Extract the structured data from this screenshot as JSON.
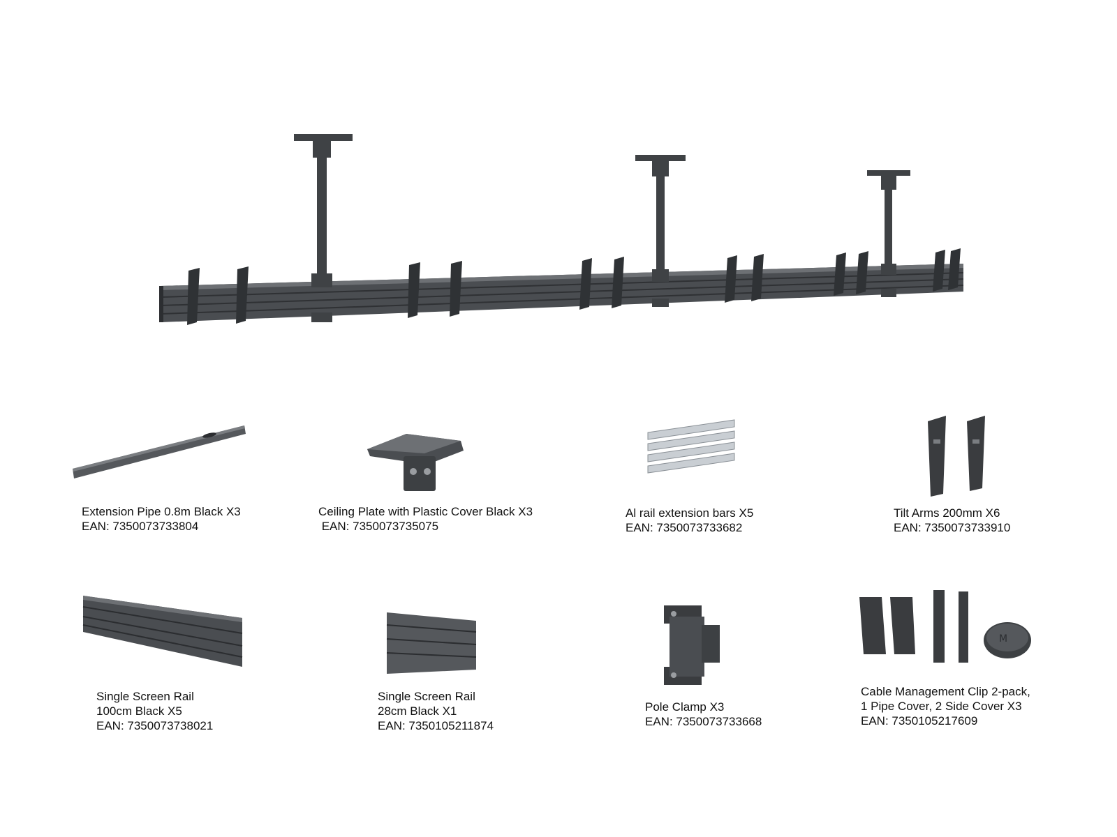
{
  "colors": {
    "metal_dark": "#3a3c3f",
    "metal_mid": "#55585c",
    "metal_light": "#7a7d81",
    "aluminium": "#c9ced3",
    "background": "#ffffff"
  },
  "parts": [
    {
      "lines": [
        "Extension Pipe 0.8m Black X3",
        "EAN: 7350073733804"
      ]
    },
    {
      "lines": [
        "Ceiling Plate with Plastic Cover Black X3",
        " EAN: 7350073735075"
      ]
    },
    {
      "lines": [
        "Al rail extension bars X5",
        "EAN: 7350073733682"
      ]
    },
    {
      "lines": [
        "Tilt Arms 200mm X6",
        "EAN: 7350073733910"
      ]
    },
    {
      "lines": [
        "Single Screen Rail",
        "100cm Black X5",
        "EAN: 7350073738021"
      ]
    },
    {
      "lines": [
        "Single Screen Rail",
        "28cm Black X1",
        "EAN: 7350105211874"
      ]
    },
    {
      "lines": [
        "Pole Clamp X3",
        "EAN: 7350073733668"
      ]
    },
    {
      "lines": [
        "Cable Management Clip 2-pack,",
        "1 Pipe Cover, 2 Side Cover X3",
        "EAN: 7350105217609"
      ]
    }
  ]
}
